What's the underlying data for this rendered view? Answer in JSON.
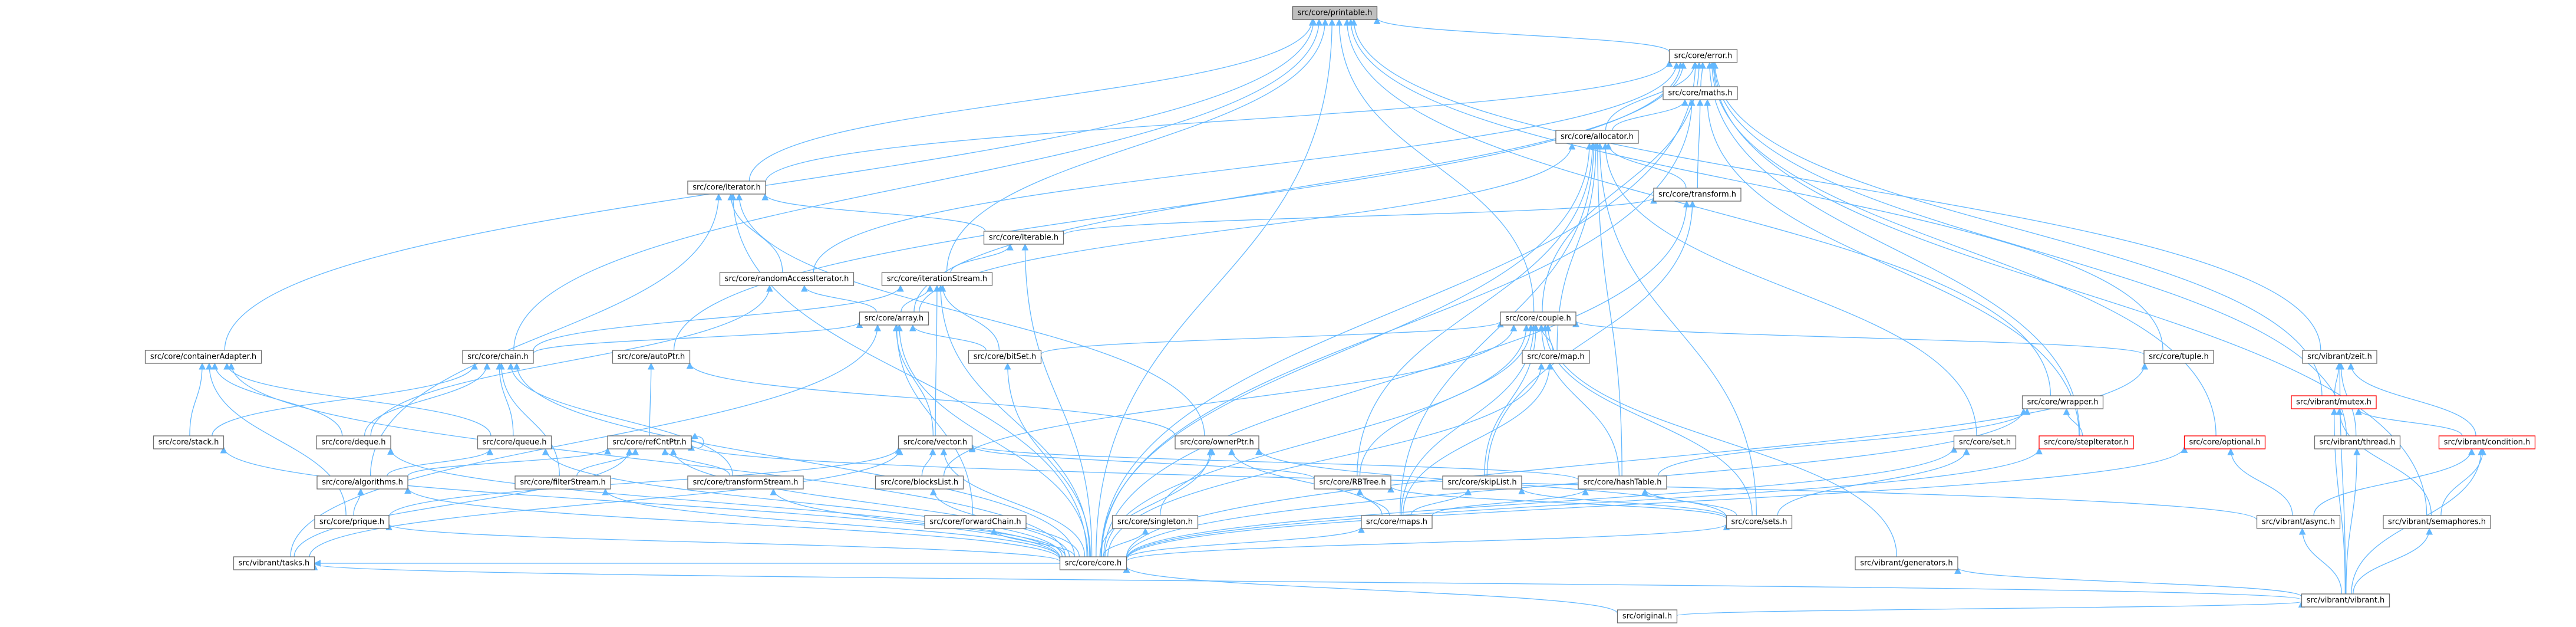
{
  "graph": {
    "colors": {
      "edge": "#63b8ff",
      "node_border": "#6e6e6e",
      "root_fill": "#bfbfbf",
      "incomplete_border": "#ff0000"
    },
    "nodes": [
      {
        "id": "printable",
        "label": "src/core/printable.h",
        "root": true
      },
      {
        "id": "error",
        "label": "src/core/error.h"
      },
      {
        "id": "maths",
        "label": "src/core/maths.h"
      },
      {
        "id": "allocator",
        "label": "src/core/allocator.h"
      },
      {
        "id": "iterator",
        "label": "src/core/iterator.h"
      },
      {
        "id": "transform",
        "label": "src/core/transform.h"
      },
      {
        "id": "iterable",
        "label": "src/core/iterable.h"
      },
      {
        "id": "randomAccessIterator",
        "label": "src/core/randomAccessIterator.h"
      },
      {
        "id": "iterationStream",
        "label": "src/core/iterationStream.h"
      },
      {
        "id": "couple",
        "label": "src/core/couple.h"
      },
      {
        "id": "array",
        "label": "src/core/array.h"
      },
      {
        "id": "containerAdapter",
        "label": "src/core/containerAdapter.h"
      },
      {
        "id": "chain",
        "label": "src/core/chain.h"
      },
      {
        "id": "autoPtr",
        "label": "src/core/autoPtr.h"
      },
      {
        "id": "bitSet",
        "label": "src/core/bitSet.h"
      },
      {
        "id": "map",
        "label": "src/core/map.h"
      },
      {
        "id": "tuple",
        "label": "src/core/tuple.h"
      },
      {
        "id": "zeit",
        "label": "src/vibrant/zeit.h"
      },
      {
        "id": "wrapper",
        "label": "src/core/wrapper.h"
      },
      {
        "id": "mutex",
        "label": "src/vibrant/mutex.h",
        "incomplete": true
      },
      {
        "id": "stack",
        "label": "src/core/stack.h"
      },
      {
        "id": "deque",
        "label": "src/core/deque.h"
      },
      {
        "id": "queue",
        "label": "src/core/queue.h"
      },
      {
        "id": "refCntPtr",
        "label": "src/core/refCntPtr.h"
      },
      {
        "id": "vector",
        "label": "src/core/vector.h"
      },
      {
        "id": "ownerPtr",
        "label": "src/core/ownerPtr.h"
      },
      {
        "id": "set",
        "label": "src/core/set.h"
      },
      {
        "id": "stepIterator",
        "label": "src/core/stepIterator.h",
        "incomplete": true
      },
      {
        "id": "optional",
        "label": "src/core/optional.h",
        "incomplete": true
      },
      {
        "id": "thread",
        "label": "src/vibrant/thread.h"
      },
      {
        "id": "condition",
        "label": "src/vibrant/condition.h",
        "incomplete": true
      },
      {
        "id": "algorithms",
        "label": "src/core/algorithms.h"
      },
      {
        "id": "filterStream",
        "label": "src/core/filterStream.h"
      },
      {
        "id": "transformStream",
        "label": "src/core/transformStream.h"
      },
      {
        "id": "blocksList",
        "label": "src/core/blocksList.h"
      },
      {
        "id": "RBTree",
        "label": "src/core/RBTree.h"
      },
      {
        "id": "skipList",
        "label": "src/core/skipList.h"
      },
      {
        "id": "hashTable",
        "label": "src/core/hashTable.h"
      },
      {
        "id": "forwardChain",
        "label": "src/core/forwardChain.h"
      },
      {
        "id": "singleton",
        "label": "src/core/singleton.h"
      },
      {
        "id": "maps",
        "label": "src/core/maps.h"
      },
      {
        "id": "sets",
        "label": "src/core/sets.h"
      },
      {
        "id": "async",
        "label": "src/vibrant/async.h"
      },
      {
        "id": "semaphores",
        "label": "src/vibrant/semaphores.h"
      },
      {
        "id": "prique",
        "label": "src/core/prique.h"
      },
      {
        "id": "tasks",
        "label": "src/vibrant/tasks.h"
      },
      {
        "id": "core",
        "label": "src/core/core.h"
      },
      {
        "id": "generators",
        "label": "src/vibrant/generators.h"
      },
      {
        "id": "vibrant",
        "label": "src/vibrant/vibrant.h"
      },
      {
        "id": "original",
        "label": "src/original.h"
      }
    ],
    "edges": [
      [
        "printable",
        "error"
      ],
      [
        "printable",
        "iterator"
      ],
      [
        "printable",
        "iterationStream"
      ],
      [
        "printable",
        "couple"
      ],
      [
        "printable",
        "containerAdapter"
      ],
      [
        "printable",
        "chain"
      ],
      [
        "printable",
        "tuple"
      ],
      [
        "printable",
        "zeit"
      ],
      [
        "printable",
        "wrapper"
      ],
      [
        "printable",
        "core"
      ],
      [
        "error",
        "maths"
      ],
      [
        "error",
        "allocator"
      ],
      [
        "error",
        "iterator"
      ],
      [
        "error",
        "randomAccessIterator"
      ],
      [
        "error",
        "couple"
      ],
      [
        "error",
        "array"
      ],
      [
        "error",
        "autoPtr"
      ],
      [
        "error",
        "optional"
      ],
      [
        "error",
        "thread"
      ],
      [
        "error",
        "mutex"
      ],
      [
        "error",
        "semaphores"
      ],
      [
        "error",
        "stepIterator"
      ],
      [
        "error",
        "core"
      ],
      [
        "maths",
        "allocator"
      ],
      [
        "maths",
        "transform"
      ],
      [
        "maths",
        "stepIterator"
      ],
      [
        "maths",
        "core"
      ],
      [
        "allocator",
        "transform"
      ],
      [
        "allocator",
        "array"
      ],
      [
        "allocator",
        "RBTree"
      ],
      [
        "allocator",
        "hashTable"
      ],
      [
        "allocator",
        "set"
      ],
      [
        "allocator",
        "map"
      ],
      [
        "allocator",
        "sets"
      ],
      [
        "allocator",
        "maps"
      ],
      [
        "allocator",
        "core"
      ],
      [
        "iterator",
        "iterable"
      ],
      [
        "iterator",
        "randomAccessIterator"
      ],
      [
        "iterator",
        "ownerPtr"
      ],
      [
        "iterator",
        "algorithms"
      ],
      [
        "iterator",
        "core"
      ],
      [
        "transform",
        "iterable"
      ],
      [
        "transform",
        "skipList"
      ],
      [
        "transform",
        "core"
      ],
      [
        "iterable",
        "iterationStream"
      ],
      [
        "iterable",
        "core"
      ],
      [
        "randomAccessIterator",
        "array"
      ],
      [
        "randomAccessIterator",
        "deque"
      ],
      [
        "iterationStream",
        "array"
      ],
      [
        "iterationStream",
        "chain"
      ],
      [
        "iterationStream",
        "bitSet"
      ],
      [
        "iterationStream",
        "vector"
      ],
      [
        "iterationStream",
        "core"
      ],
      [
        "couple",
        "map"
      ],
      [
        "couple",
        "tuple"
      ],
      [
        "couple",
        "bitSet"
      ],
      [
        "couple",
        "RBTree"
      ],
      [
        "couple",
        "skipList"
      ],
      [
        "couple",
        "hashTable"
      ],
      [
        "couple",
        "blocksList"
      ],
      [
        "couple",
        "maps"
      ],
      [
        "couple",
        "sets"
      ],
      [
        "couple",
        "core"
      ],
      [
        "couple",
        "generators"
      ],
      [
        "array",
        "chain"
      ],
      [
        "array",
        "bitSet"
      ],
      [
        "array",
        "vector"
      ],
      [
        "array",
        "forwardChain"
      ],
      [
        "array",
        "tasks"
      ],
      [
        "array",
        "core"
      ],
      [
        "containerAdapter",
        "stack"
      ],
      [
        "containerAdapter",
        "deque"
      ],
      [
        "containerAdapter",
        "queue"
      ],
      [
        "containerAdapter",
        "prique"
      ],
      [
        "containerAdapter",
        "core"
      ],
      [
        "chain",
        "deque"
      ],
      [
        "chain",
        "queue"
      ],
      [
        "chain",
        "filterStream"
      ],
      [
        "chain",
        "transformStream"
      ],
      [
        "chain",
        "stack"
      ],
      [
        "chain",
        "core"
      ],
      [
        "autoPtr",
        "refCntPtr"
      ],
      [
        "autoPtr",
        "ownerPtr"
      ],
      [
        "refCntPtr",
        "refCntPtr"
      ],
      [
        "refCntPtr",
        "algorithms"
      ],
      [
        "refCntPtr",
        "filterStream"
      ],
      [
        "refCntPtr",
        "transformStream"
      ],
      [
        "refCntPtr",
        "async"
      ],
      [
        "refCntPtr",
        "tasks"
      ],
      [
        "refCntPtr",
        "core"
      ],
      [
        "vector",
        "blocksList"
      ],
      [
        "vector",
        "prique"
      ],
      [
        "vector",
        "RBTree"
      ],
      [
        "vector",
        "hashTable"
      ],
      [
        "vector",
        "tasks"
      ],
      [
        "vector",
        "core"
      ],
      [
        "ownerPtr",
        "singleton"
      ],
      [
        "ownerPtr",
        "maps"
      ],
      [
        "ownerPtr",
        "sets"
      ],
      [
        "ownerPtr",
        "core"
      ],
      [
        "bitSet",
        "core"
      ],
      [
        "map",
        "maps"
      ],
      [
        "map",
        "core"
      ],
      [
        "tuple",
        "core"
      ],
      [
        "zeit",
        "mutex"
      ],
      [
        "zeit",
        "thread"
      ],
      [
        "zeit",
        "condition"
      ],
      [
        "zeit",
        "vibrant"
      ],
      [
        "wrapper",
        "stepIterator"
      ],
      [
        "wrapper",
        "hashTable"
      ],
      [
        "wrapper",
        "core"
      ],
      [
        "mutex",
        "condition"
      ],
      [
        "mutex",
        "semaphores"
      ],
      [
        "mutex",
        "vibrant"
      ],
      [
        "stack",
        "core"
      ],
      [
        "deque",
        "core"
      ],
      [
        "queue",
        "core"
      ],
      [
        "queue",
        "algorithms"
      ],
      [
        "set",
        "sets"
      ],
      [
        "set",
        "core"
      ],
      [
        "stepIterator",
        "core"
      ],
      [
        "optional",
        "async"
      ],
      [
        "optional",
        "core"
      ],
      [
        "thread",
        "vibrant"
      ],
      [
        "condition",
        "async"
      ],
      [
        "condition",
        "semaphores"
      ],
      [
        "condition",
        "vibrant"
      ],
      [
        "algorithms",
        "prique"
      ],
      [
        "algorithms",
        "core"
      ],
      [
        "filterStream",
        "core"
      ],
      [
        "transformStream",
        "core"
      ],
      [
        "blocksList",
        "core"
      ],
      [
        "RBTree",
        "maps"
      ],
      [
        "RBTree",
        "sets"
      ],
      [
        "skipList",
        "maps"
      ],
      [
        "skipList",
        "sets"
      ],
      [
        "hashTable",
        "maps"
      ],
      [
        "hashTable",
        "sets"
      ],
      [
        "forwardChain",
        "core"
      ],
      [
        "singleton",
        "core"
      ],
      [
        "maps",
        "core"
      ],
      [
        "sets",
        "core"
      ],
      [
        "async",
        "vibrant"
      ],
      [
        "semaphores",
        "vibrant"
      ],
      [
        "prique",
        "core"
      ],
      [
        "tasks",
        "core"
      ],
      [
        "tasks",
        "vibrant"
      ],
      [
        "core",
        "original"
      ],
      [
        "generators",
        "vibrant"
      ],
      [
        "vibrant",
        "original"
      ]
    ]
  }
}
